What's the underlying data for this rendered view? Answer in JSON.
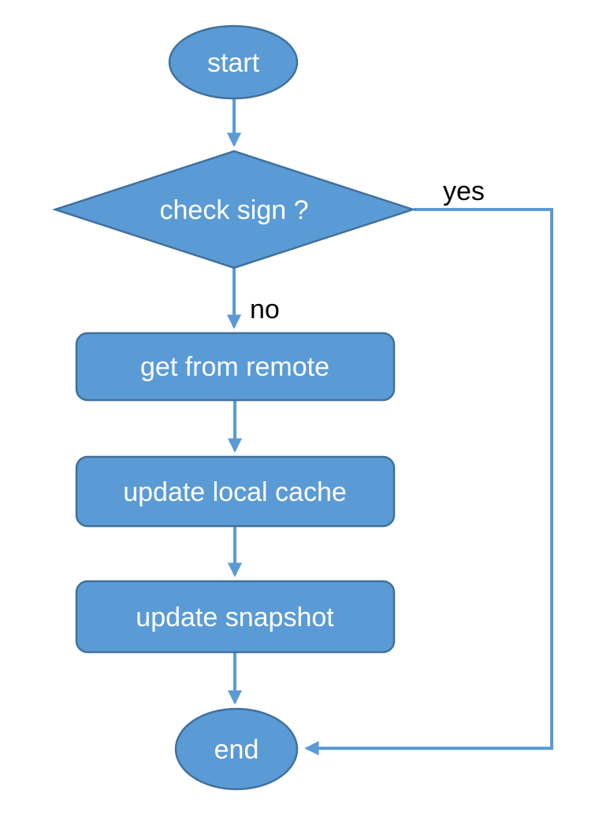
{
  "diagram": {
    "type": "flowchart",
    "nodes": [
      {
        "id": "start",
        "shape": "ellipse",
        "label": "start"
      },
      {
        "id": "check_sign",
        "shape": "diamond",
        "label": "check sign ?"
      },
      {
        "id": "get_from_remote",
        "shape": "process",
        "label": "get from remote"
      },
      {
        "id": "update_local_cache",
        "shape": "process",
        "label": "update local cache"
      },
      {
        "id": "update_snapshot",
        "shape": "process",
        "label": "update snapshot"
      },
      {
        "id": "end",
        "shape": "ellipse",
        "label": "end"
      }
    ],
    "edges": [
      {
        "from": "start",
        "to": "check_sign",
        "label": ""
      },
      {
        "from": "check_sign",
        "to": "get_from_remote",
        "label": "no"
      },
      {
        "from": "check_sign",
        "to": "end",
        "label": "yes"
      },
      {
        "from": "get_from_remote",
        "to": "update_local_cache",
        "label": ""
      },
      {
        "from": "update_local_cache",
        "to": "update_snapshot",
        "label": ""
      },
      {
        "from": "update_snapshot",
        "to": "end",
        "label": ""
      }
    ]
  },
  "colors": {
    "background": "#FFFFFF",
    "node_fill": "#5B9BD5",
    "node_border": "#41719C",
    "connector": "#5B9BD5",
    "node_text": "#FFFFFF",
    "edge_label_text": "#000000"
  }
}
